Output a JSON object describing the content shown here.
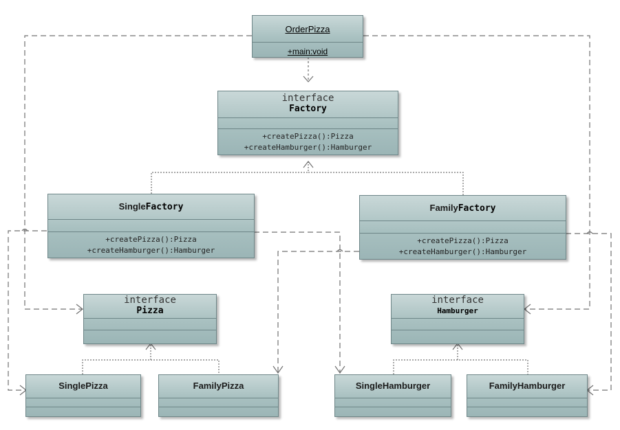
{
  "classes": {
    "order_pizza": {
      "name": "OrderPizza",
      "operation": "+main:void"
    },
    "factory": {
      "stereotype": "interface",
      "name": "Factory",
      "operations": [
        "+createPizza():Pizza",
        "+createHamburger():Hamburger"
      ]
    },
    "single_factory": {
      "name_prefix": "Single",
      "name_suffix": "Factory",
      "operations": [
        "+createPizza():Pizza",
        "+createHamburger():Hamburger"
      ]
    },
    "family_factory": {
      "name_prefix": "Family",
      "name_suffix": "Factory",
      "operations": [
        "+createPizza():Pizza",
        "+createHamburger():Hamburger"
      ]
    },
    "pizza": {
      "stereotype": "interface",
      "name": "Pizza"
    },
    "hamburger": {
      "stereotype": "interface",
      "name": "Hamburger"
    },
    "single_pizza": {
      "name": "SinglePizza"
    },
    "family_pizza": {
      "name": "FamilyPizza"
    },
    "single_hamburger": {
      "name": "SingleHamburger"
    },
    "family_hamburger": {
      "name": "FamilyHamburger"
    }
  },
  "relationships": [
    {
      "from": "OrderPizza",
      "to": "Factory",
      "kind": "dependency"
    },
    {
      "from": "SingleFactory",
      "to": "Factory",
      "kind": "realization"
    },
    {
      "from": "FamilyFactory",
      "to": "Factory",
      "kind": "realization"
    },
    {
      "from": "OrderPizza",
      "to": "Pizza",
      "kind": "dependency"
    },
    {
      "from": "OrderPizza",
      "to": "Hamburger",
      "kind": "dependency"
    },
    {
      "from": "SingleFactory",
      "to": "SinglePizza",
      "kind": "dependency"
    },
    {
      "from": "SingleFactory",
      "to": "SingleHamburger",
      "kind": "dependency"
    },
    {
      "from": "FamilyFactory",
      "to": "FamilyPizza",
      "kind": "dependency"
    },
    {
      "from": "FamilyFactory",
      "to": "FamilyHamburger",
      "kind": "dependency"
    },
    {
      "from": "SinglePizza",
      "to": "Pizza",
      "kind": "realization"
    },
    {
      "from": "FamilyPizza",
      "to": "Pizza",
      "kind": "realization"
    },
    {
      "from": "SingleHamburger",
      "to": "Hamburger",
      "kind": "realization"
    },
    {
      "from": "FamilyHamburger",
      "to": "Hamburger",
      "kind": "realization"
    }
  ],
  "colors": {
    "box_fill_top": "#c9d8d8",
    "box_fill_bottom": "#9bb5b6",
    "box_border": "#6d8587",
    "edge": "#6b6b6b"
  }
}
